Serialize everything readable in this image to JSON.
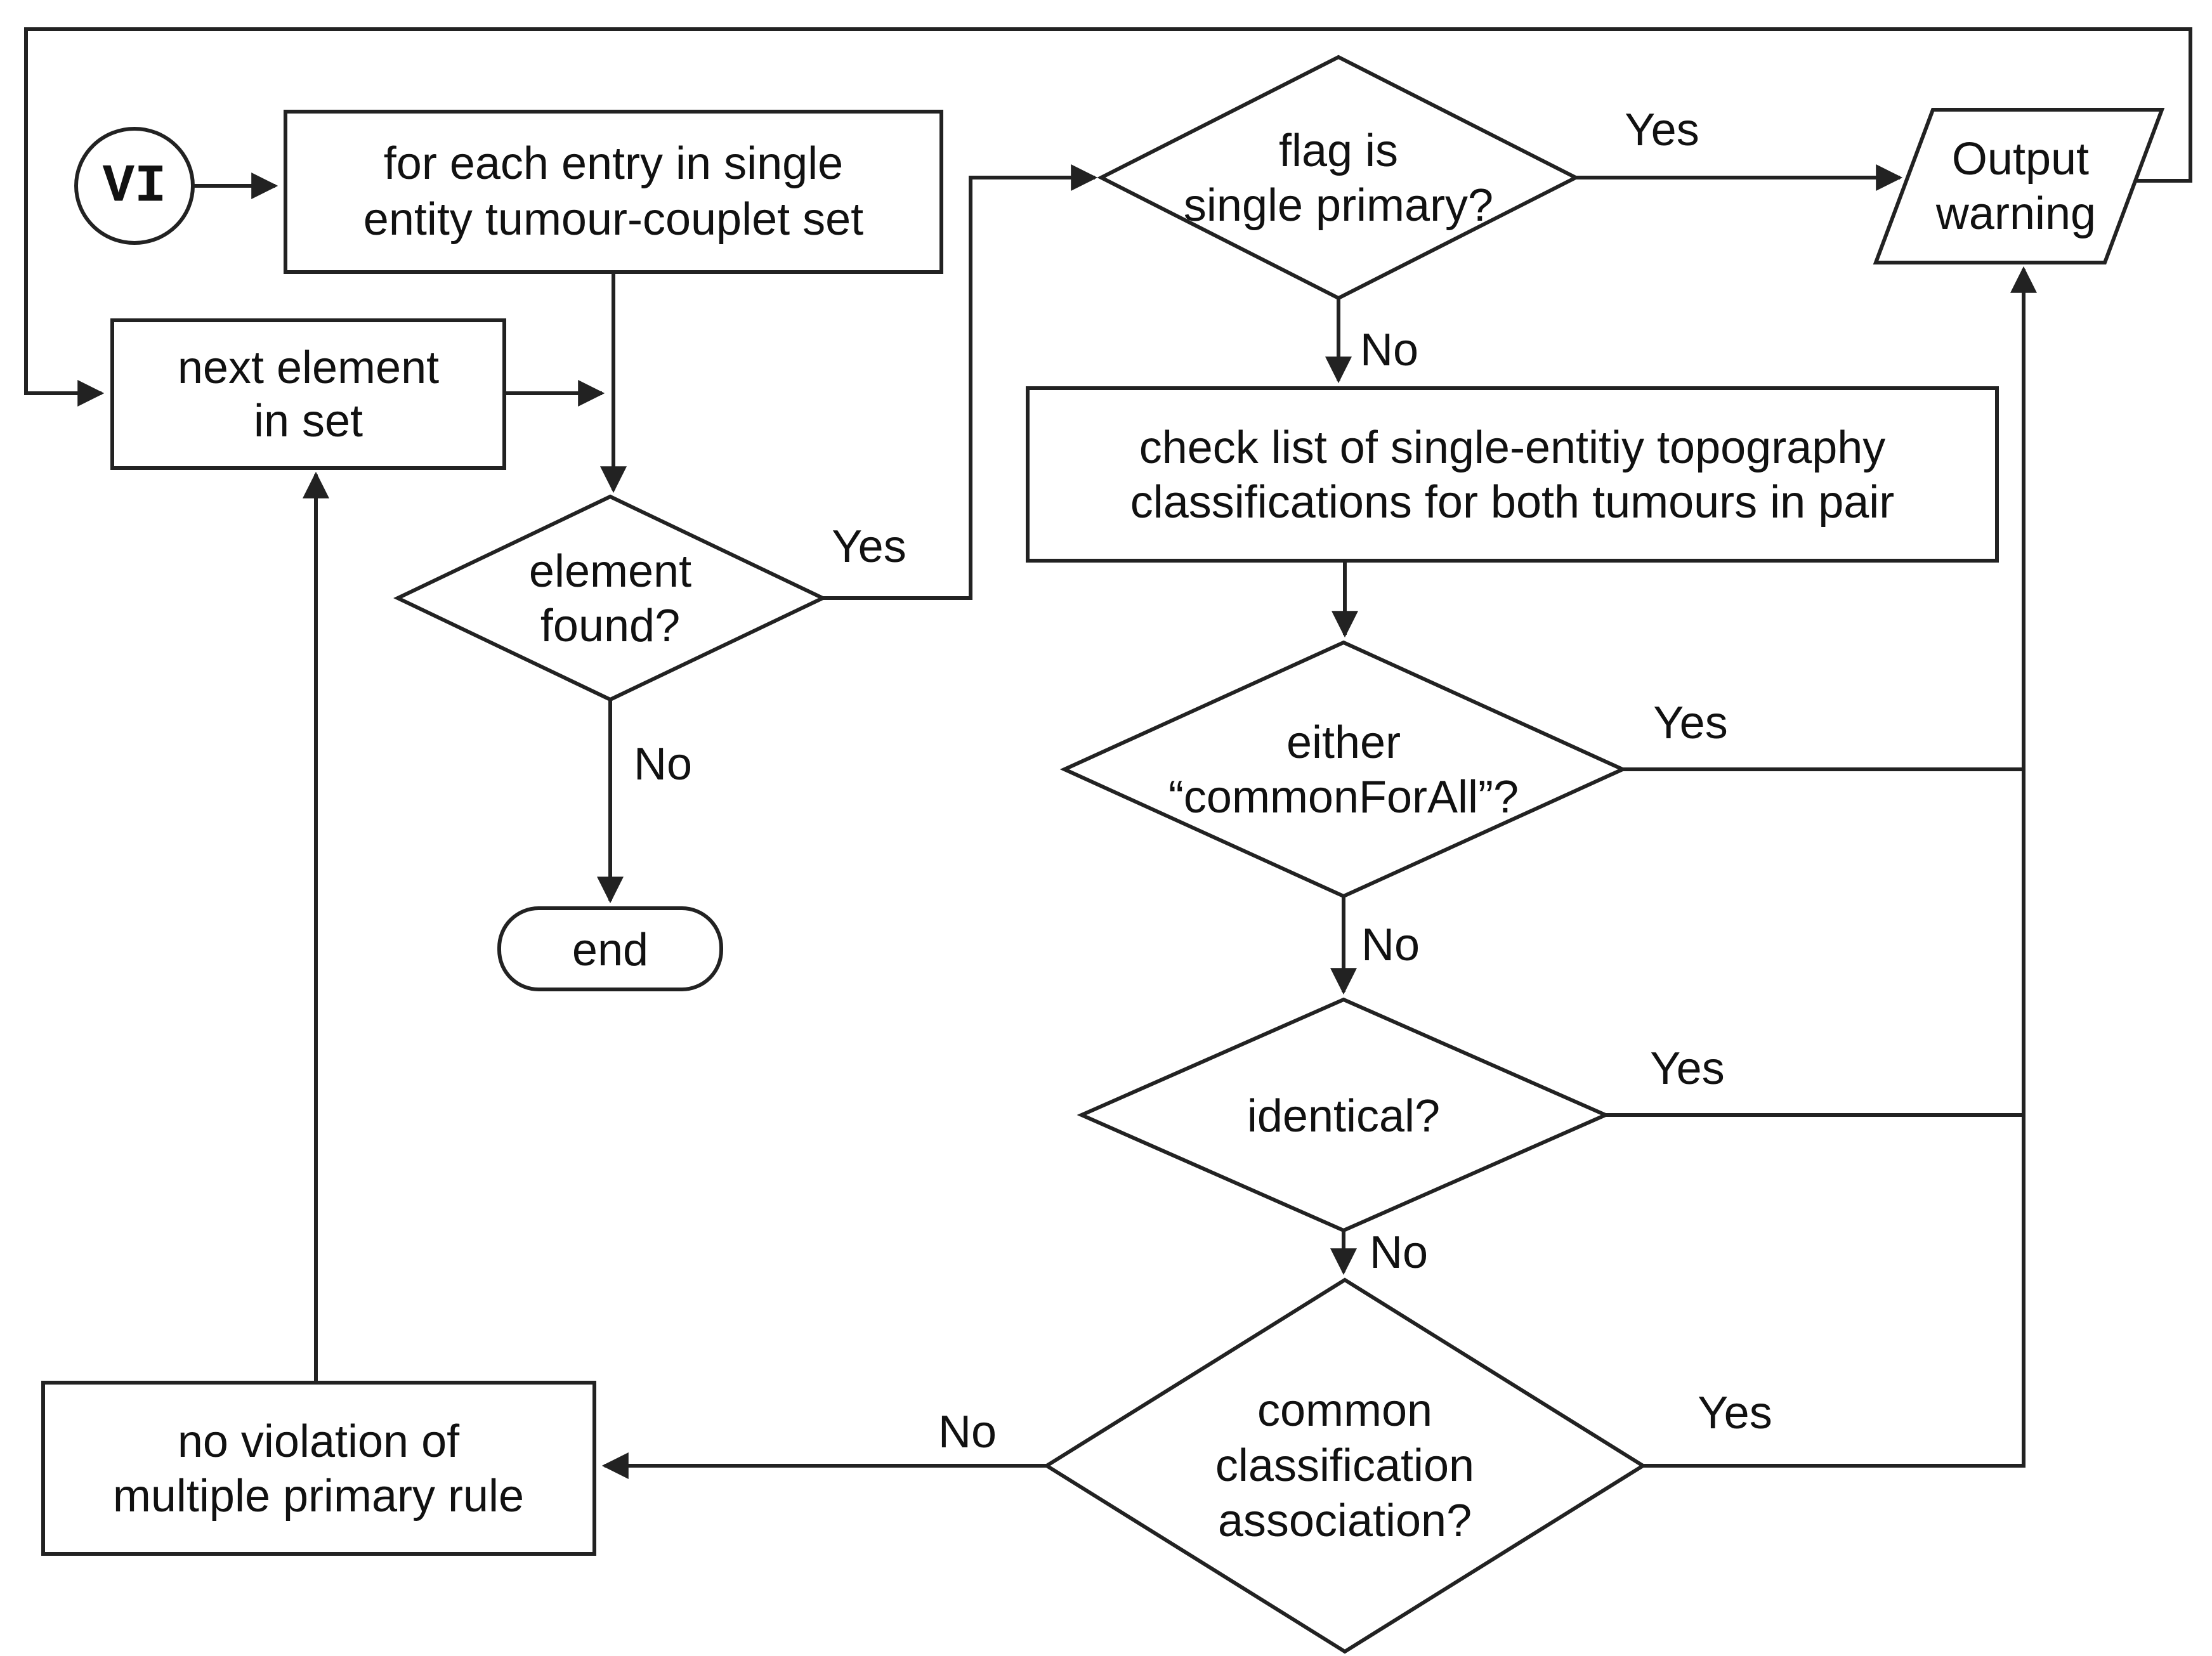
{
  "diagram": {
    "start": {
      "label": "VI"
    },
    "nodes": {
      "for_each": {
        "lines": [
          "for each entry in single",
          "entity tumour-couplet set"
        ]
      },
      "next_element": {
        "lines": [
          "next element",
          "in set"
        ]
      },
      "element_found": {
        "lines": [
          "element",
          "found?"
        ]
      },
      "end": {
        "label": "end"
      },
      "flag_single_primary": {
        "lines": [
          "flag is",
          "single primary?"
        ]
      },
      "output_warning": {
        "lines": [
          "Output",
          "warning"
        ]
      },
      "check_list": {
        "lines": [
          "check list of single-entitiy topography",
          "classifications for both tumours in pair"
        ]
      },
      "common_for_all": {
        "lines": [
          "either",
          "“commonForAll”?"
        ]
      },
      "identical": {
        "label": "identical?"
      },
      "common_classification": {
        "lines": [
          "common",
          "classification",
          "association?"
        ]
      },
      "no_violation": {
        "lines": [
          "no violation of",
          "multiple primary rule"
        ]
      }
    },
    "edge_labels": {
      "flag_yes": "Yes",
      "flag_no": "No",
      "element_found_yes": "Yes",
      "element_found_no": "No",
      "common_for_all_yes": "Yes",
      "common_for_all_no": "No",
      "identical_yes": "Yes",
      "identical_no": "No",
      "common_classification_yes": "Yes",
      "common_classification_no": "No"
    },
    "colors": {
      "stroke": "#222222",
      "background": "#ffffff"
    }
  }
}
